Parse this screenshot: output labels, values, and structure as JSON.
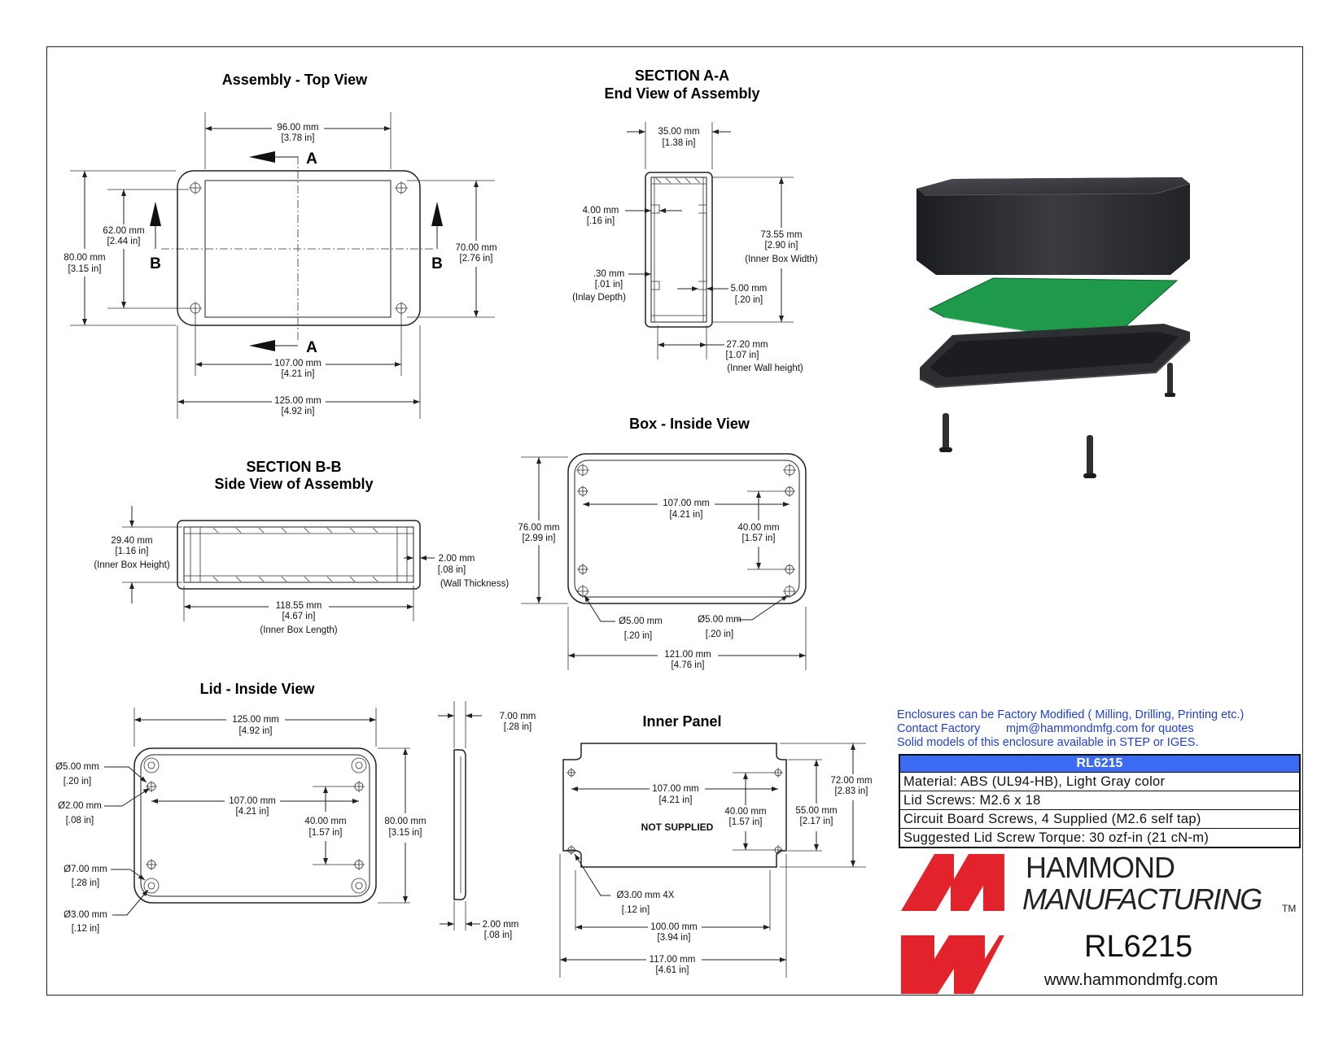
{
  "views": {
    "top_view": {
      "title": "Assembly - Top View",
      "section_letter_a": "A",
      "section_letter_b": "B",
      "dim_96": [
        "96.00 mm",
        "[3.78 in]"
      ],
      "dim_62": [
        "62.00 mm",
        "[2.44 in]"
      ],
      "dim_80": [
        "80.00 mm",
        "[3.15 in]"
      ],
      "dim_70": [
        "70.00 mm",
        "[2.76 in]"
      ],
      "dim_107": [
        "107.00 mm",
        "[4.21 in]"
      ],
      "dim_125": [
        "125.00 mm",
        "[4.92 in]"
      ]
    },
    "section_aa": {
      "title_1": "SECTION A-A",
      "title_2": "End View of Assembly",
      "dim_35": [
        "35.00 mm",
        "[1.38 in]"
      ],
      "dim_4": [
        "4.00 mm",
        "[.16 in]"
      ],
      "dim_inlay": [
        ".30 mm",
        "[.01 in]",
        "(Inlay Depth)"
      ],
      "dim_7355": [
        "73.55 mm",
        "[2.90 in]",
        "(Inner Box Width)"
      ],
      "dim_5": [
        "5.00 mm",
        "[.20 in]"
      ],
      "dim_272": [
        "27.20 mm",
        "[1.07 in]",
        "(Inner Wall height)"
      ]
    },
    "section_bb": {
      "title_1": "SECTION B-B",
      "title_2": "Side View of Assembly",
      "dim_294": [
        "29.40 mm",
        "[1.16 in]",
        "(Inner Box Height)"
      ],
      "dim_2": [
        "2.00 mm",
        "[.08 in]",
        "(Wall Thickness)"
      ],
      "dim_11855": [
        "118.55 mm",
        "[4.67 in]",
        "(Inner Box Length)"
      ]
    },
    "box_inside": {
      "title": "Box - Inside View",
      "dim_76": [
        "76.00 mm",
        "[2.99 in]"
      ],
      "dim_107": [
        "107.00 mm",
        "[4.21 in]"
      ],
      "dim_40": [
        "40.00 mm",
        "[1.57 in]"
      ],
      "dim_d5_left": [
        "Ø5.00 mm",
        "[.20 in]"
      ],
      "dim_d5_right": [
        "Ø5.00 mm",
        "[.20 in]"
      ],
      "dim_121": [
        "121.00 mm",
        "[4.76 in]"
      ]
    },
    "lid_inside": {
      "title": "Lid - Inside View",
      "dim_125": [
        "125.00 mm",
        "[4.92 in]"
      ],
      "dim_d5": [
        "Ø5.00 mm",
        "[.20 in]"
      ],
      "dim_d2": [
        "Ø2.00 mm",
        "[.08 in]"
      ],
      "dim_107": [
        "107.00 mm",
        "[4.21 in]"
      ],
      "dim_40": [
        "40.00 mm",
        "[1.57 in]"
      ],
      "dim_80": [
        "80.00 mm",
        "[3.15 in]"
      ],
      "dim_d7": [
        "Ø7.00 mm",
        "[.28 in]"
      ],
      "dim_d3": [
        "Ø3.00 mm",
        "[.12 in]"
      ],
      "dim_7": [
        "7.00 mm",
        "[.28 in]"
      ],
      "dim_2": [
        "2.00 mm",
        "[.08 in]"
      ]
    },
    "inner_panel": {
      "title": "Inner Panel",
      "not_supplied": "NOT SUPPLIED",
      "dim_107": [
        "107.00 mm",
        "[4.21 in]"
      ],
      "dim_40": [
        "40.00 mm",
        "[1.57 in]"
      ],
      "dim_55": [
        "55.00 mm",
        "[2.17 in]"
      ],
      "dim_72": [
        "72.00 mm",
        "[2.83 in]"
      ],
      "dim_d3": [
        "Ø3.00 mm 4X",
        "[.12 in]"
      ],
      "dim_100": [
        "100.00 mm",
        "[3.94 in]"
      ],
      "dim_117": [
        "117.00 mm",
        "[4.61 in]"
      ]
    }
  },
  "notes": {
    "line1": "Enclosures can be Factory Modified ( Milling, Drilling, Printing etc.)",
    "line2a": "Contact Factory",
    "line2b": "mjm@hammondmfg.com for quotes",
    "line3": "Solid models of this enclosure available in STEP or IGES."
  },
  "spec_table": {
    "header": "RL6215",
    "rows": [
      "Material: ABS (UL94-HB),  Light Gray color",
      "Lid Screws: M2.6 x 18",
      "Circuit Board Screws, 4 Supplied (M2.6 self tap)",
      "Suggested Lid Screw Torque: 30 ozf-in (21 cN-m)"
    ]
  },
  "brand": {
    "line1": "HAMMOND",
    "line2": "MANUFACTURING",
    "tm": "TM",
    "model": "RL6215",
    "website": "www.hammondmfg.com",
    "logo_color": "#e3232b"
  },
  "colors": {
    "note_text": "#1f3fd6",
    "table_header": "#3a6bf2",
    "pcb_green": "#1f9a4a",
    "enclosure_dark": "#2d2f33"
  }
}
